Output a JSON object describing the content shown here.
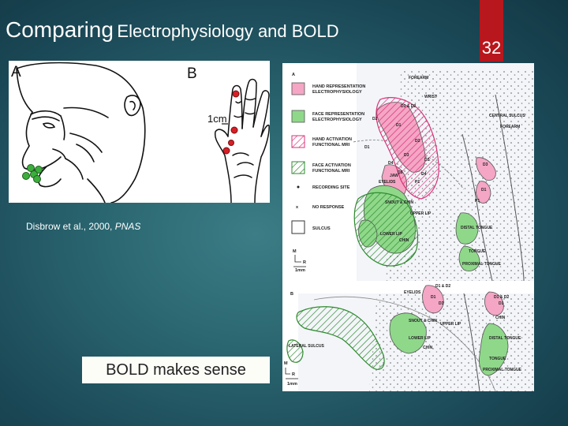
{
  "slide": {
    "title_big": "Comparing",
    "title_small": "Electrophysiology and BOLD",
    "number": "32"
  },
  "figure_ab": {
    "label_a": "A",
    "label_b": "B",
    "scale": "1cm"
  },
  "citation": {
    "authors_year": "Disbrow et al., 2000, ",
    "journal": "PNAS"
  },
  "callout": "BOLD makes sense",
  "map": {
    "panel_a": "A",
    "panel_b": "B",
    "legend": [
      {
        "line1": "HAND REPRESENTATION",
        "line2": "ELECTROPHYSIOLOGY"
      },
      {
        "line1": "FACE REPRESENTATION",
        "line2": "ELECTROPHYSIOLOGY"
      },
      {
        "line1": "HAND ACTIVATION",
        "line2": "FUNCTIONAL MRI"
      },
      {
        "line1": "FACE ACTIVATION",
        "line2": "FUNCTIONAL MRI"
      },
      {
        "line1": "RECORDING SITE",
        "line2": ""
      },
      {
        "line1": "NO RESPONSE",
        "line2": ""
      },
      {
        "line1": "SULCUS",
        "line2": ""
      }
    ],
    "axis_m": "M",
    "axis_r": "R",
    "scale": "1mm",
    "labels_a": [
      "FOREARM",
      "WRIST",
      "D1 & D2",
      "CENTRAL SULCUS",
      "FOREARM",
      "D2",
      "D1",
      "D1",
      "D3",
      "D4",
      "D5",
      "D2",
      "D3",
      "D4",
      "P1",
      "JAW",
      "EYELIDS",
      "SNOUT & CHIN",
      "UPPER LIP",
      "LOWER LIP",
      "CHIN",
      "DISTAL TONGUE",
      "TONGUE",
      "PROXIMAL TONGUE",
      "D1",
      "P1",
      "D3"
    ],
    "labels_b": [
      "EYELIDS",
      "D1 & D2",
      "D1",
      "D3",
      "D1 & D2",
      "D1",
      "SNOUT & CHIN",
      "UPPER LIP",
      "LOWER LIP",
      "CHIN",
      "CHIN",
      "DISTAL TONGUE",
      "TONGUE",
      "PROXIMAL TONGUE",
      "LATERAL SULCUS"
    ]
  },
  "colors": {
    "accent": "#b8171d",
    "hand_ephys": "#f4a6c4",
    "face_ephys": "#8fd88a",
    "hand_fmri": "#d8327a",
    "face_fmri": "#3a9a3a"
  }
}
